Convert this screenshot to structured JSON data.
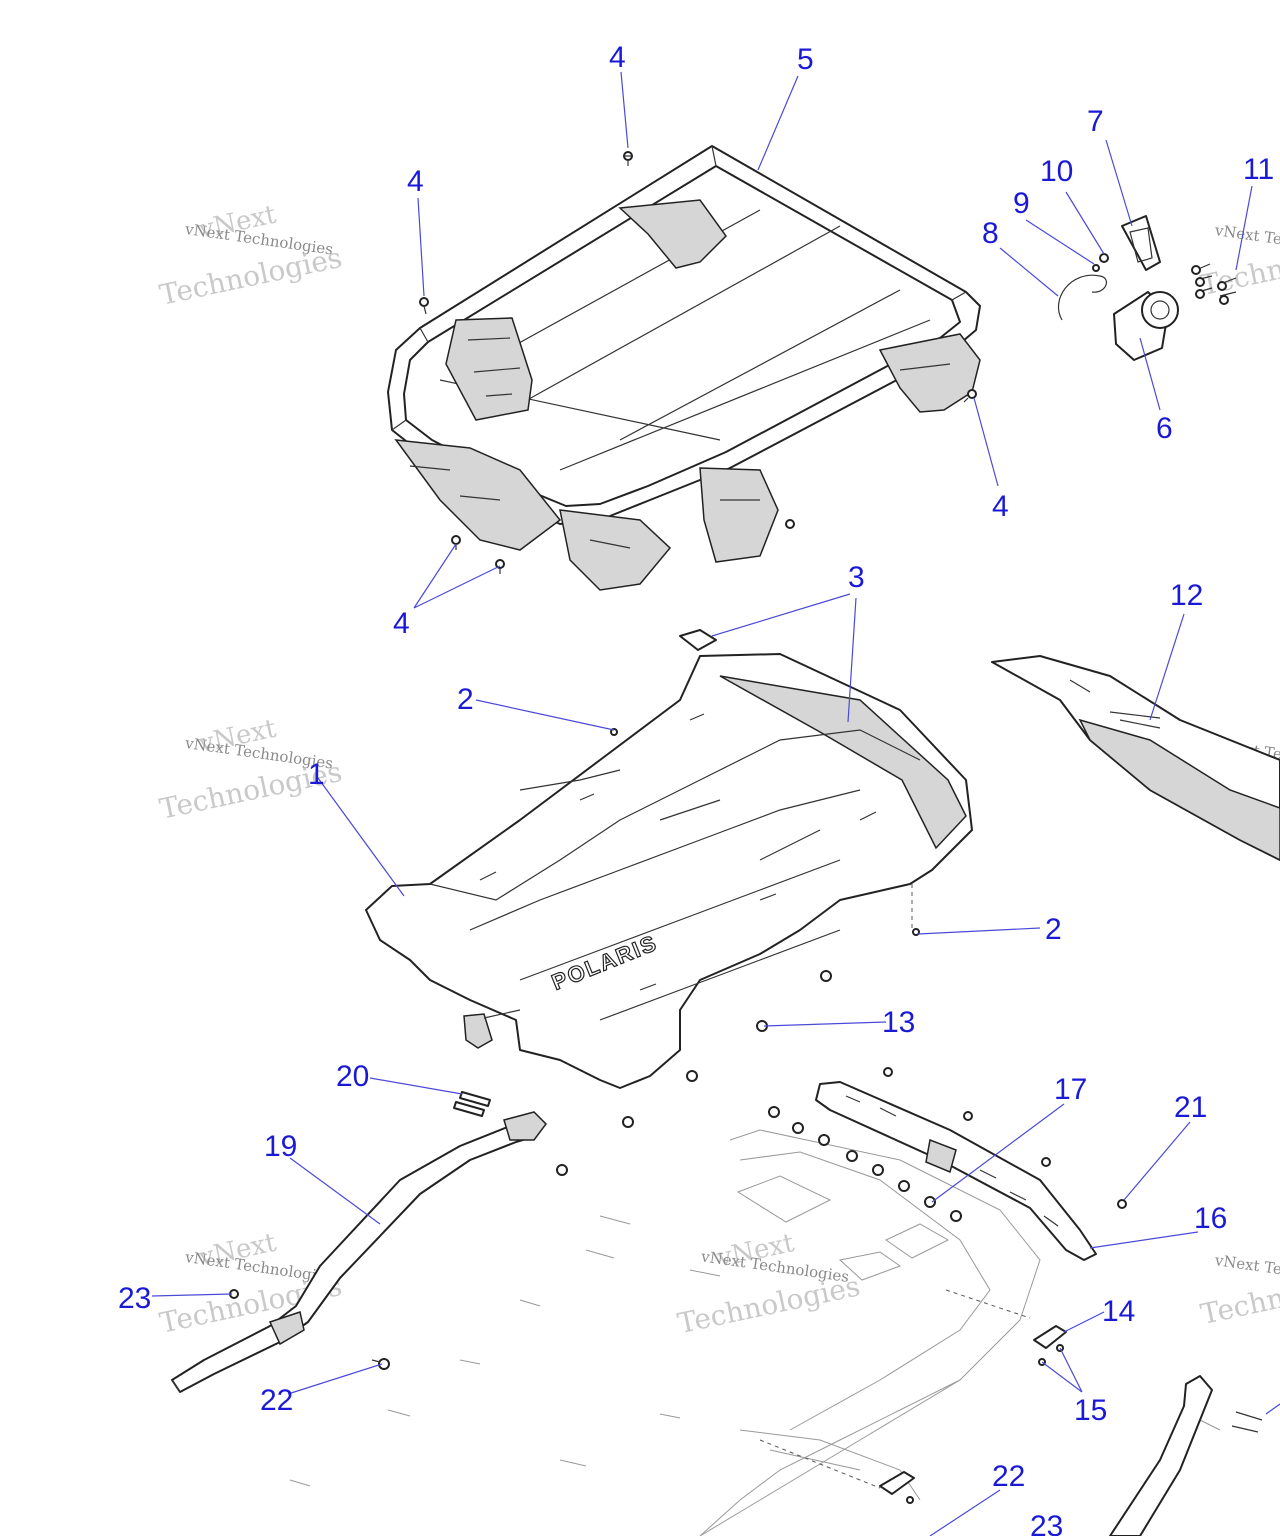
{
  "watermark": {
    "line1": "vNext Technologies",
    "line2": "vNext",
    "line3": "Technologies"
  },
  "logo_text": "POLARIS",
  "callouts": [
    {
      "id": "c4a",
      "label": "4"
    },
    {
      "id": "c5",
      "label": "5"
    },
    {
      "id": "c4b",
      "label": "4"
    },
    {
      "id": "c7",
      "label": "7"
    },
    {
      "id": "c10",
      "label": "10"
    },
    {
      "id": "c11",
      "label": "11"
    },
    {
      "id": "c9",
      "label": "9"
    },
    {
      "id": "c8",
      "label": "8"
    },
    {
      "id": "c6",
      "label": "6"
    },
    {
      "id": "c4c",
      "label": "4"
    },
    {
      "id": "c4d",
      "label": "4"
    },
    {
      "id": "c3",
      "label": "3"
    },
    {
      "id": "c12",
      "label": "12"
    },
    {
      "id": "c2a",
      "label": "2"
    },
    {
      "id": "c1",
      "label": "1"
    },
    {
      "id": "c2b",
      "label": "2"
    },
    {
      "id": "c13",
      "label": "13"
    },
    {
      "id": "c20",
      "label": "20"
    },
    {
      "id": "c17",
      "label": "17"
    },
    {
      "id": "c21",
      "label": "21"
    },
    {
      "id": "c19",
      "label": "19"
    },
    {
      "id": "c16",
      "label": "16"
    },
    {
      "id": "c23a",
      "label": "23"
    },
    {
      "id": "c14",
      "label": "14"
    },
    {
      "id": "c15",
      "label": "15"
    },
    {
      "id": "c22a",
      "label": "22"
    },
    {
      "id": "c22b",
      "label": "22"
    },
    {
      "id": "c23b",
      "label": "23"
    }
  ]
}
